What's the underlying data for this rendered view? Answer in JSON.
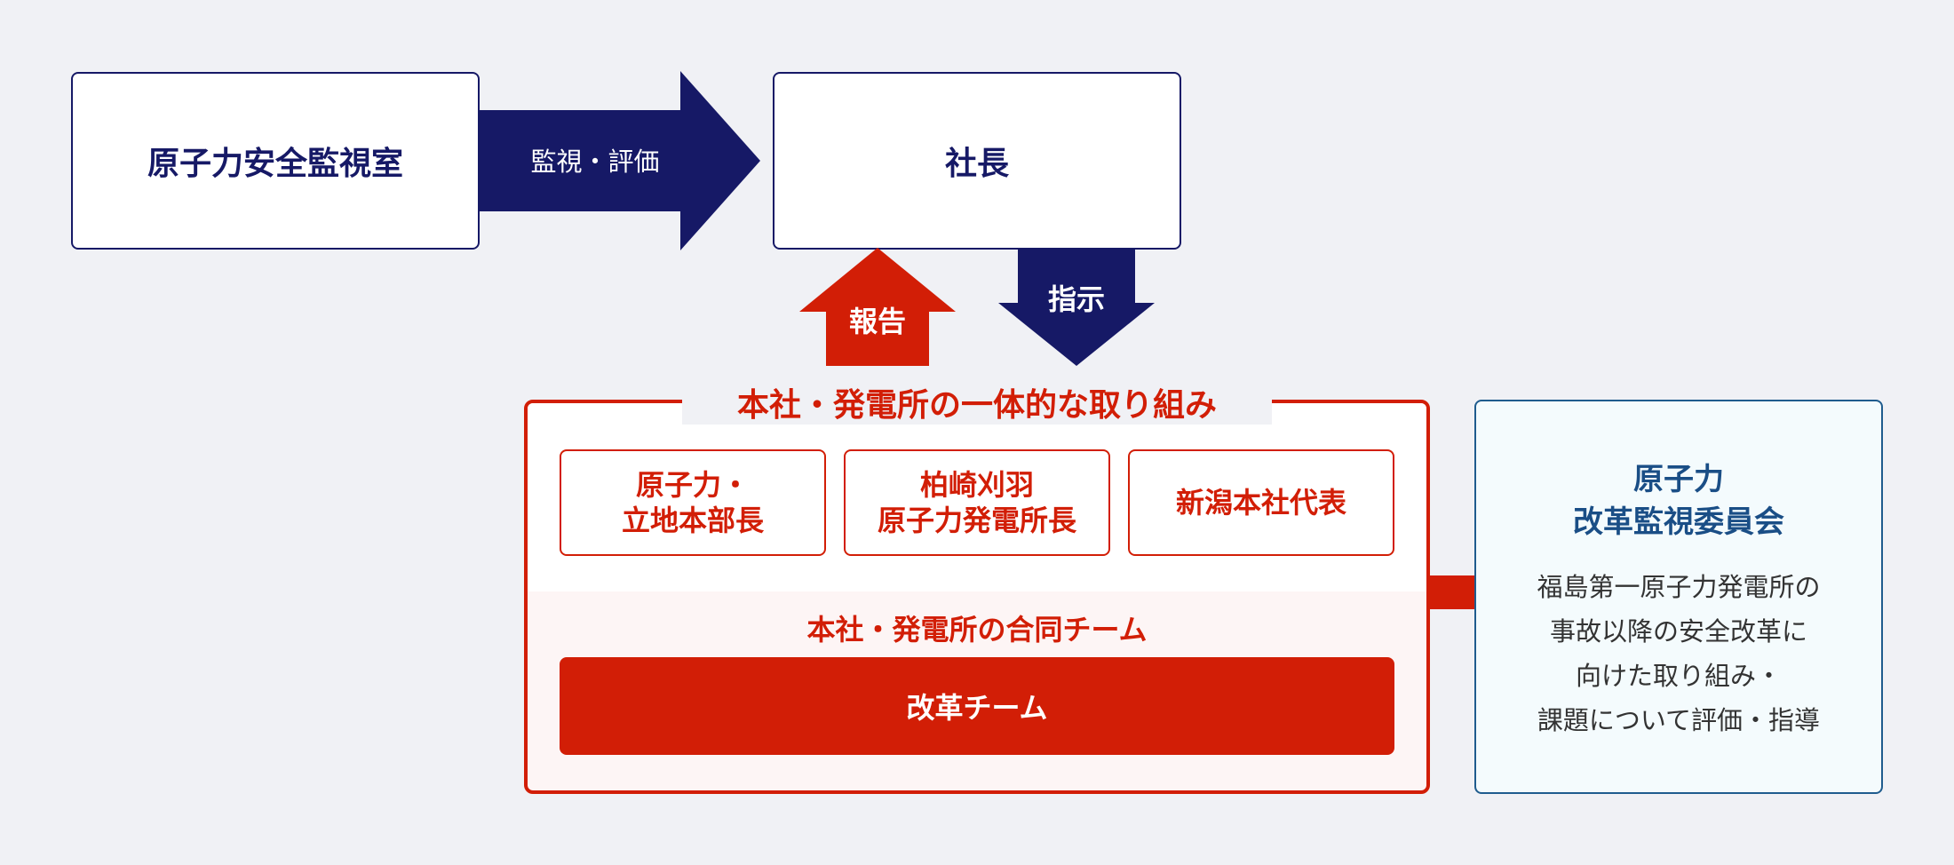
{
  "monitor_office": {
    "label": "原子力安全監視室"
  },
  "president": {
    "label": "社長"
  },
  "arrows": {
    "monitor_evaluate": "監視・評価",
    "report": "報告",
    "instruct": "指示"
  },
  "integrated_effort": {
    "title": "本社・発電所の一体的な取り組み",
    "boxes": [
      {
        "lines": [
          "原子力・",
          "立地本部長"
        ]
      },
      {
        "lines": [
          "柏崎刈羽",
          "原子力発電所長"
        ]
      },
      {
        "lines": [
          "新潟本社代表"
        ]
      }
    ],
    "joint_team_caption": "本社・発電所の合同チーム",
    "reform_team": "改革チーム"
  },
  "committee": {
    "title_lines": [
      "原子力",
      "改革監視委員会"
    ],
    "description_lines": [
      "福島第一原子力発電所の",
      "事故以降の安全改革に",
      "向けた取り組み・",
      "課題について評価・指導"
    ]
  },
  "colors": {
    "navy": "#161966",
    "red": "#d21e06",
    "committee_blue": "#1a4e86",
    "background": "#f0f1f5"
  }
}
